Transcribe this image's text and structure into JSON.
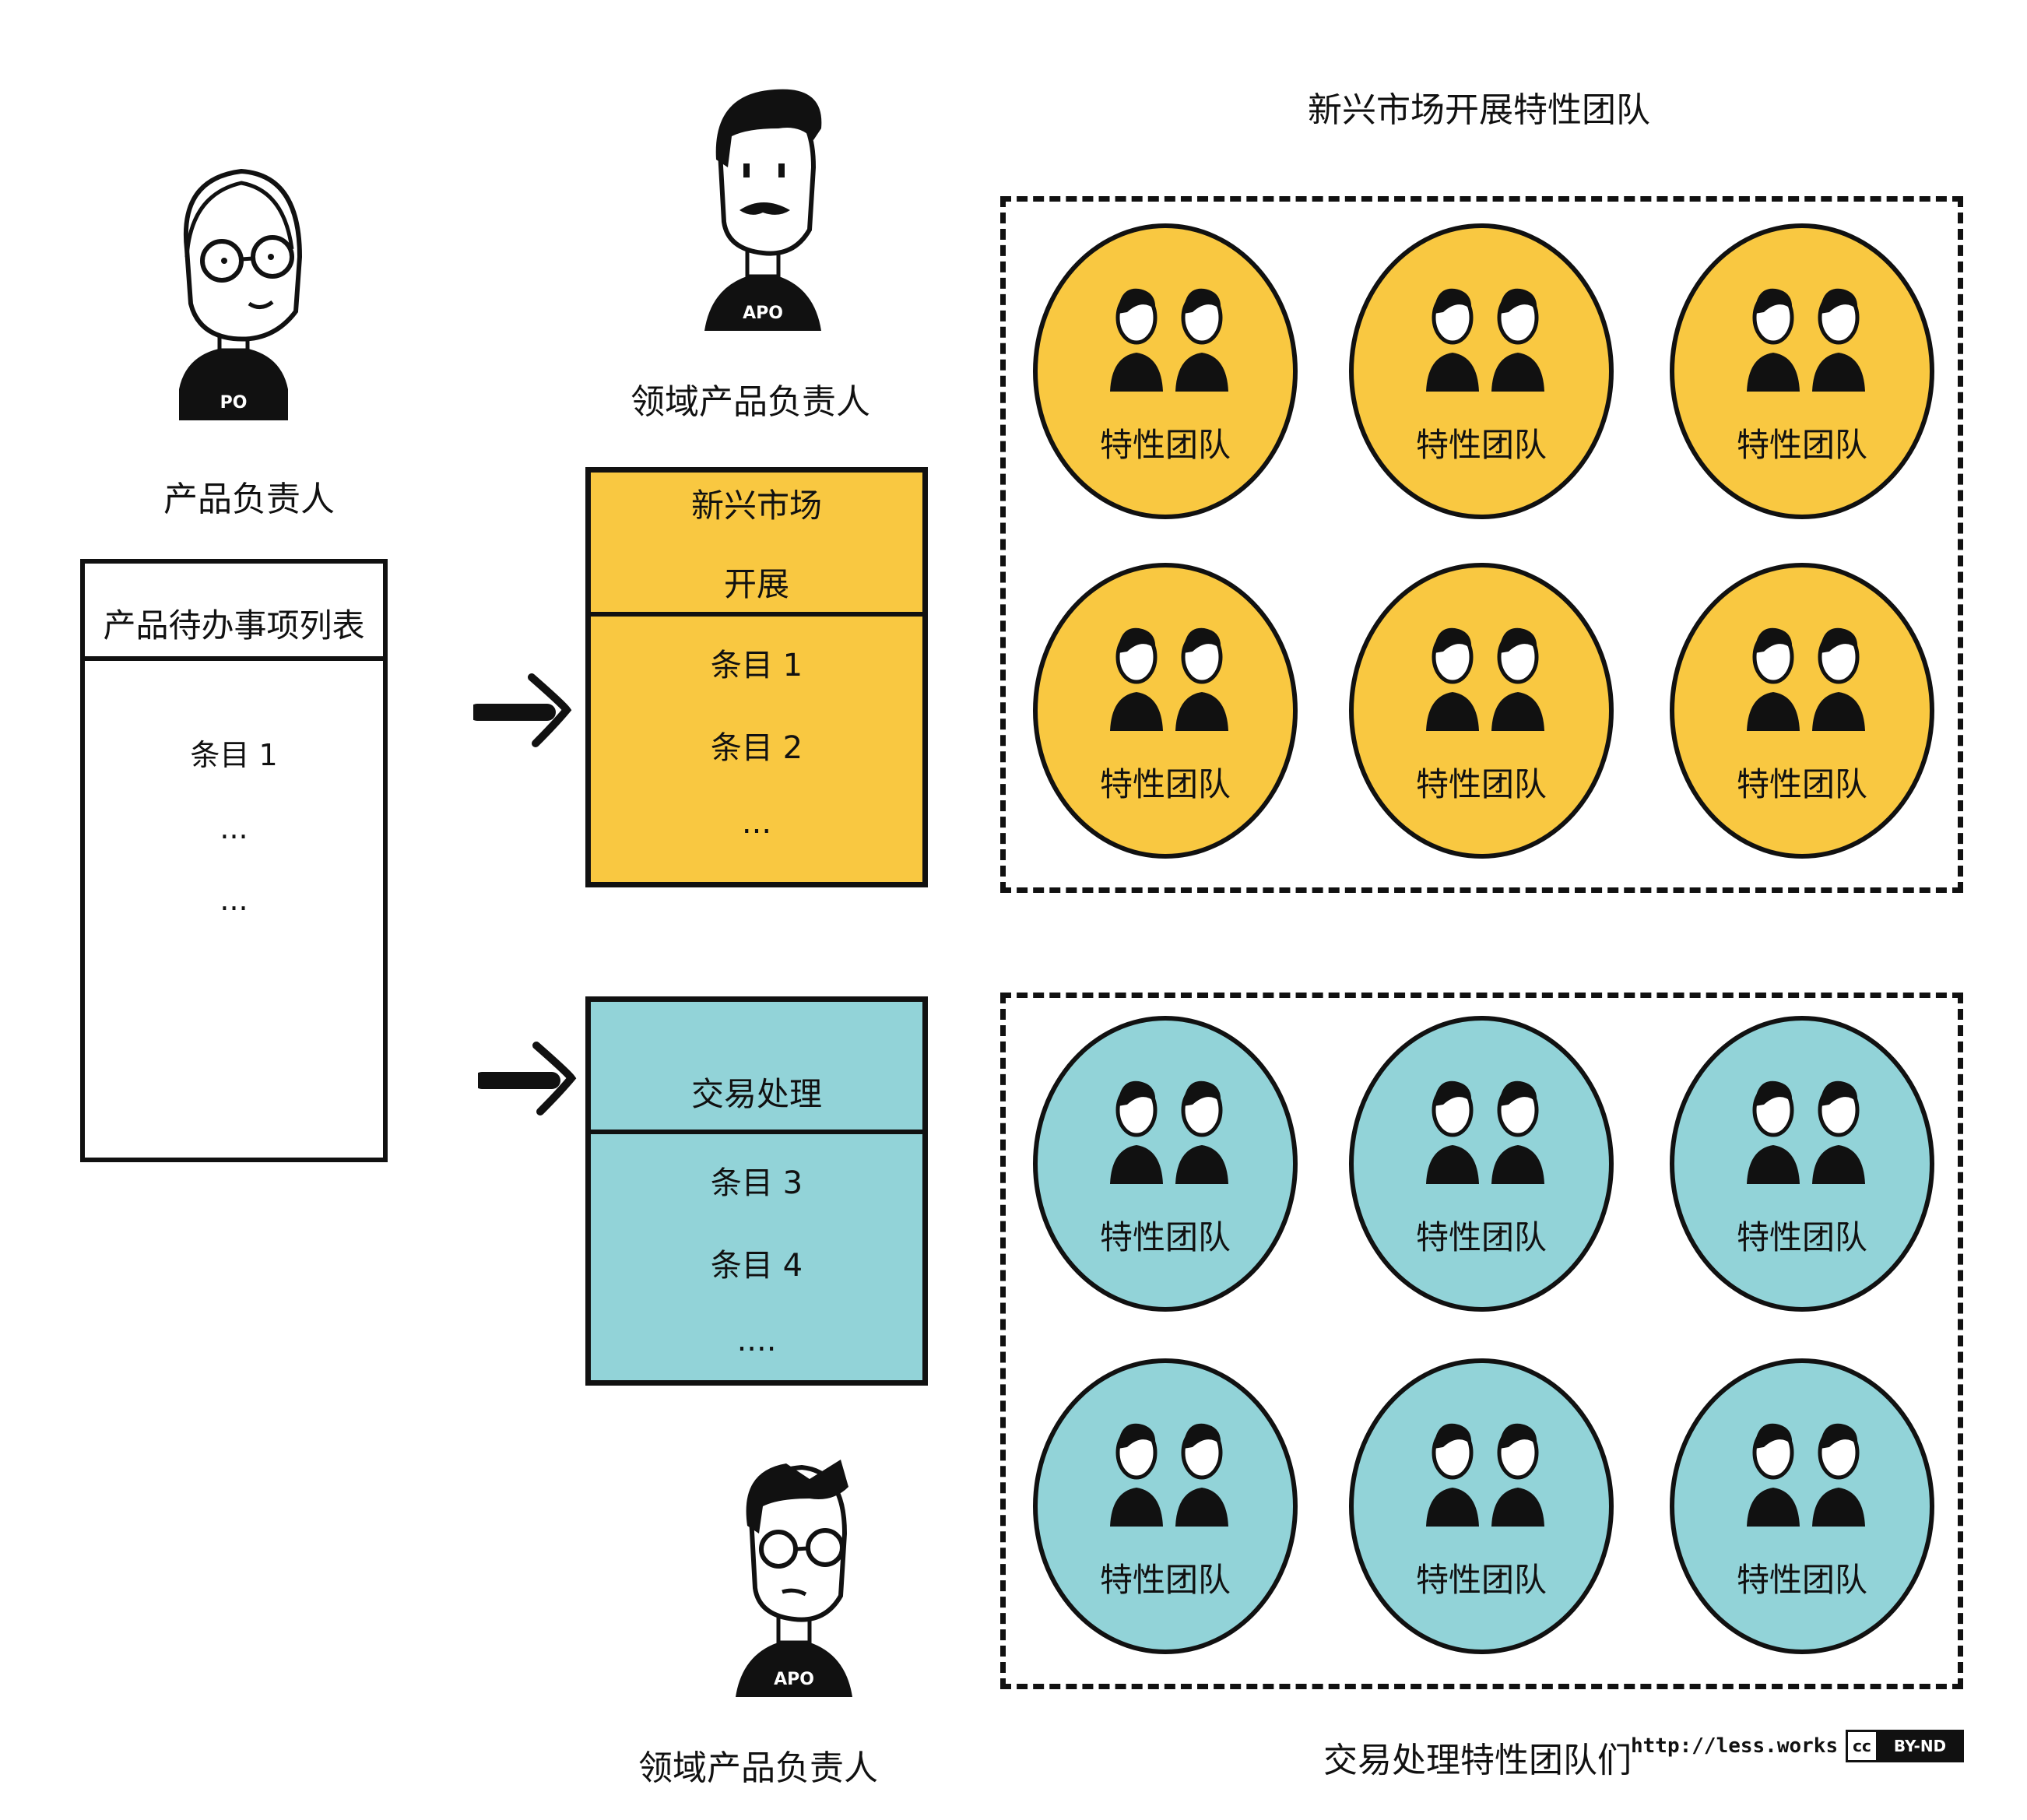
{
  "po": {
    "badge": "PO",
    "title": "产品负责人"
  },
  "backlog": {
    "title": "产品待办事项列表",
    "items": [
      "条目 1",
      "...",
      "..."
    ]
  },
  "apo_top": {
    "badge": "APO",
    "title": "领域产品负责人"
  },
  "apo_bottom": {
    "badge": "APO",
    "title": "领域产品负责人"
  },
  "area1": {
    "name_line1": "新兴市场",
    "name_line2": "开展",
    "items": [
      "条目 1",
      "条目 2",
      "..."
    ],
    "color": "#f9c841"
  },
  "area2": {
    "name": "交易处理",
    "items": [
      "条目 3",
      "条目 4",
      "...."
    ],
    "color": "#92d3d8"
  },
  "group1": {
    "title": "新兴市场开展特性团队"
  },
  "group2": {
    "title": "交易处理特性团队们"
  },
  "teams1": [
    "特性团队",
    "特性团队",
    "特性团队",
    "特性团队",
    "特性团队",
    "特性团队"
  ],
  "teams2": [
    "特性团队",
    "特性团队",
    "特性团队",
    "特性团队",
    "特性团队",
    "特性团队"
  ],
  "footer": {
    "url": "http://less.works",
    "license_icon": "cc",
    "license": "BY-ND"
  }
}
